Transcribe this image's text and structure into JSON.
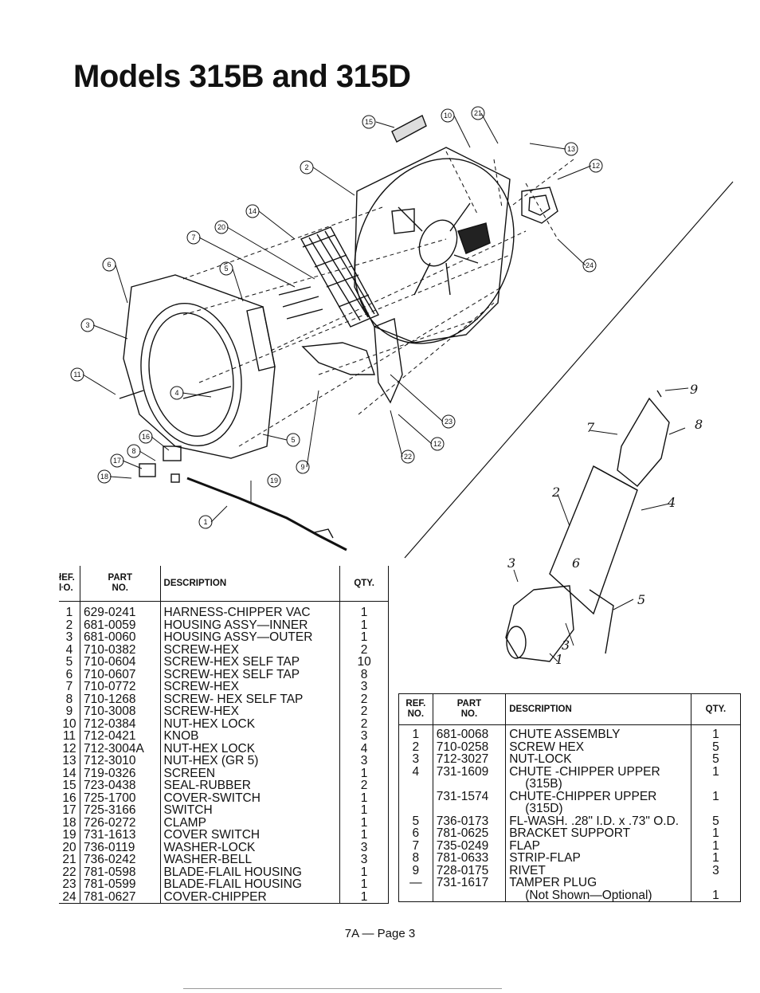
{
  "page": {
    "title": "Models 315B and 315D",
    "footer": "7A — Page 3"
  },
  "headers": {
    "ref_line1": "REF.",
    "ref_line2": "NO.",
    "part_line1": "PART",
    "part_line2": "NO.",
    "description": "DESCRIPTION",
    "qty": "QTY."
  },
  "left_headers": {
    "ref_line1": "łEF.",
    "ref_line2": "ŀO."
  },
  "left_table": [
    {
      "ref": "1",
      "part": "629-0241",
      "desc": "HARNESS-CHIPPER VAC",
      "qty": "1"
    },
    {
      "ref": "2",
      "part": "681-0059",
      "desc": "HOUSING ASSY—INNER",
      "qty": "1"
    },
    {
      "ref": "3",
      "part": "681-0060",
      "desc": "HOUSING ASSY—OUTER",
      "qty": "1"
    },
    {
      "ref": "4",
      "part": "710-0382",
      "desc": "SCREW-HEX",
      "qty": "2"
    },
    {
      "ref": "5",
      "part": "710-0604",
      "desc": "SCREW-HEX SELF TAP",
      "qty": "10"
    },
    {
      "ref": "6",
      "part": "710-0607",
      "desc": "SCREW-HEX SELF TAP",
      "qty": "8"
    },
    {
      "ref": "7",
      "part": "710-0772",
      "desc": "SCREW-HEX",
      "qty": "3"
    },
    {
      "ref": "8",
      "part": "710-1268",
      "desc": "SCREW- HEX SELF TAP",
      "qty": "2"
    },
    {
      "ref": "9",
      "part": "710-3008",
      "desc": "SCREW-HEX",
      "qty": "2"
    },
    {
      "ref": "10",
      "part": "712-0384",
      "desc": "NUT-HEX LOCK",
      "qty": "2"
    },
    {
      "ref": "11",
      "part": "712-0421",
      "desc": "KNOB",
      "qty": "3"
    },
    {
      "ref": "12",
      "part": "712-3004A",
      "desc": "NUT-HEX LOCK",
      "qty": "4"
    },
    {
      "ref": "13",
      "part": "712-3010",
      "desc": "NUT-HEX (GR 5)",
      "qty": "3"
    },
    {
      "ref": "14",
      "part": "719-0326",
      "desc": "SCREEN",
      "qty": "1"
    },
    {
      "ref": "15",
      "part": "723-0438",
      "desc": "SEAL-RUBBER",
      "qty": "2"
    },
    {
      "ref": "16",
      "part": "725-1700",
      "desc": "COVER-SWITCH",
      "qty": "1"
    },
    {
      "ref": "17",
      "part": "725-3166",
      "desc": "SWITCH",
      "qty": "1"
    },
    {
      "ref": "18",
      "part": "726-0272",
      "desc": "CLAMP",
      "qty": "1"
    },
    {
      "ref": "19",
      "part": "731-1613",
      "desc": "COVER SWITCH",
      "qty": "1"
    },
    {
      "ref": "20",
      "part": "736-0119",
      "desc": "WASHER-LOCK",
      "qty": "3"
    },
    {
      "ref": "21",
      "part": "736-0242",
      "desc": "WASHER-BELL",
      "qty": "3"
    },
    {
      "ref": "22",
      "part": "781-0598",
      "desc": "BLADE-FLAIL HOUSING",
      "qty": "1"
    },
    {
      "ref": "23",
      "part": "781-0599",
      "desc": "BLADE-FLAIL HOUSING",
      "qty": "1"
    },
    {
      "ref": "24",
      "part": "781-0627",
      "desc": "COVER-CHIPPER",
      "qty": "1"
    }
  ],
  "right_table": [
    {
      "ref": "1",
      "part": "681-0068",
      "desc": "CHUTE ASSEMBLY",
      "desc2": "",
      "qty": "1"
    },
    {
      "ref": "2",
      "part": "710-0258",
      "desc": "SCREW HEX",
      "desc2": "",
      "qty": "5"
    },
    {
      "ref": "3",
      "part": "712-3027",
      "desc": "NUT-LOCK",
      "desc2": "",
      "qty": "5"
    },
    {
      "ref": "4",
      "part": "731-1609",
      "desc": "CHUTE -CHIPPER UPPER",
      "desc2": "(315B)",
      "qty": "1"
    },
    {
      "ref": "",
      "part": "731-1574",
      "desc": "CHUTE-CHIPPER UPPER",
      "desc2": "(315D)",
      "qty": "1"
    },
    {
      "ref": "5",
      "part": "736-0173",
      "desc": "FL-WASH. .28\" I.D. x .73\" O.D.",
      "desc2": "",
      "qty": "5"
    },
    {
      "ref": "6",
      "part": "781-0625",
      "desc": "BRACKET SUPPORT",
      "desc2": "",
      "qty": "1"
    },
    {
      "ref": "7",
      "part": "735-0249",
      "desc": "FLAP",
      "desc2": "",
      "qty": "1"
    },
    {
      "ref": "8",
      "part": "781-0633",
      "desc": "STRIP-FLAP",
      "desc2": "",
      "qty": "1"
    },
    {
      "ref": "9",
      "part": "728-0175",
      "desc": "RIVET",
      "desc2": "",
      "qty": "3"
    },
    {
      "ref": "—",
      "part": "731-1617",
      "desc": "TAMPER PLUG",
      "desc2": "(Not Shown—Optional)",
      "qty": "1"
    }
  ],
  "callouts_main": [
    "15",
    "10",
    "21",
    "13",
    "12",
    "2",
    "14",
    "20",
    "7",
    "5",
    "6",
    "3",
    "11",
    "4",
    "23",
    "12",
    "22",
    "9",
    "5",
    "16",
    "8",
    "17",
    "18",
    "19",
    "1",
    "24"
  ],
  "callouts_chute": [
    "9",
    "8",
    "7",
    "4",
    "2",
    "3",
    "6",
    "5",
    "3",
    "1"
  ]
}
